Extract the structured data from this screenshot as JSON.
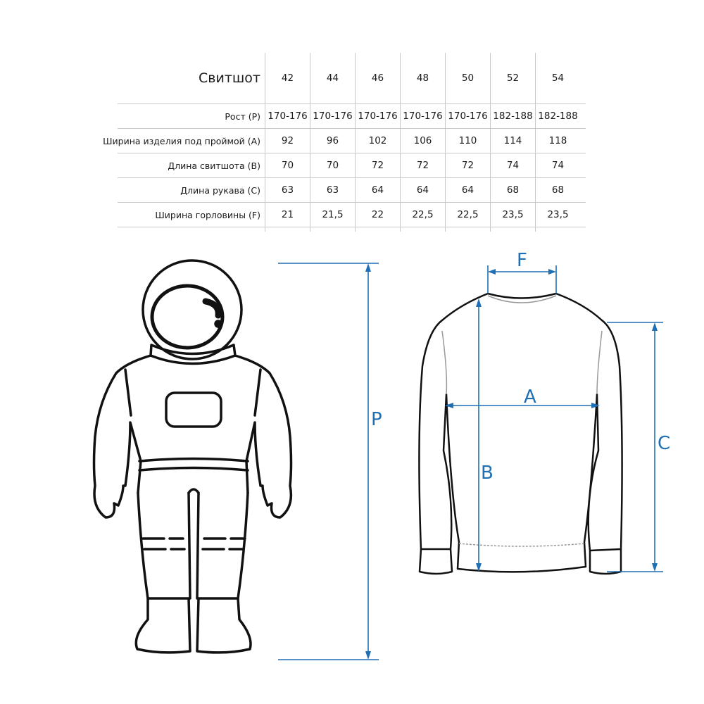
{
  "table": {
    "title": "Свитшот",
    "sizes": [
      "42",
      "44",
      "46",
      "48",
      "50",
      "52",
      "54"
    ],
    "rows": [
      {
        "label": "Рост (P)",
        "values": [
          "170-176",
          "170-176",
          "170-176",
          "170-176",
          "170-176",
          "182-188",
          "182-188"
        ]
      },
      {
        "label": "Ширина изделия под проймой (A)",
        "values": [
          "92",
          "96",
          "102",
          "106",
          "110",
          "114",
          "118"
        ]
      },
      {
        "label": "Длина свитшота (B)",
        "values": [
          "70",
          "70",
          "72",
          "72",
          "72",
          "74",
          "74"
        ]
      },
      {
        "label": "Длина рукава (C)",
        "values": [
          "63",
          "63",
          "64",
          "64",
          "64",
          "68",
          "68"
        ]
      },
      {
        "label": "Ширина горловины (F)",
        "values": [
          "21",
          "21,5",
          "22",
          "22,5",
          "22,5",
          "23,5",
          "23,5"
        ]
      }
    ]
  },
  "dimensions": {
    "P": "P",
    "F": "F",
    "A": "A",
    "B": "B",
    "C": "C"
  },
  "colors": {
    "accent": "#1f6fb5",
    "line": "#c8c8c8"
  }
}
